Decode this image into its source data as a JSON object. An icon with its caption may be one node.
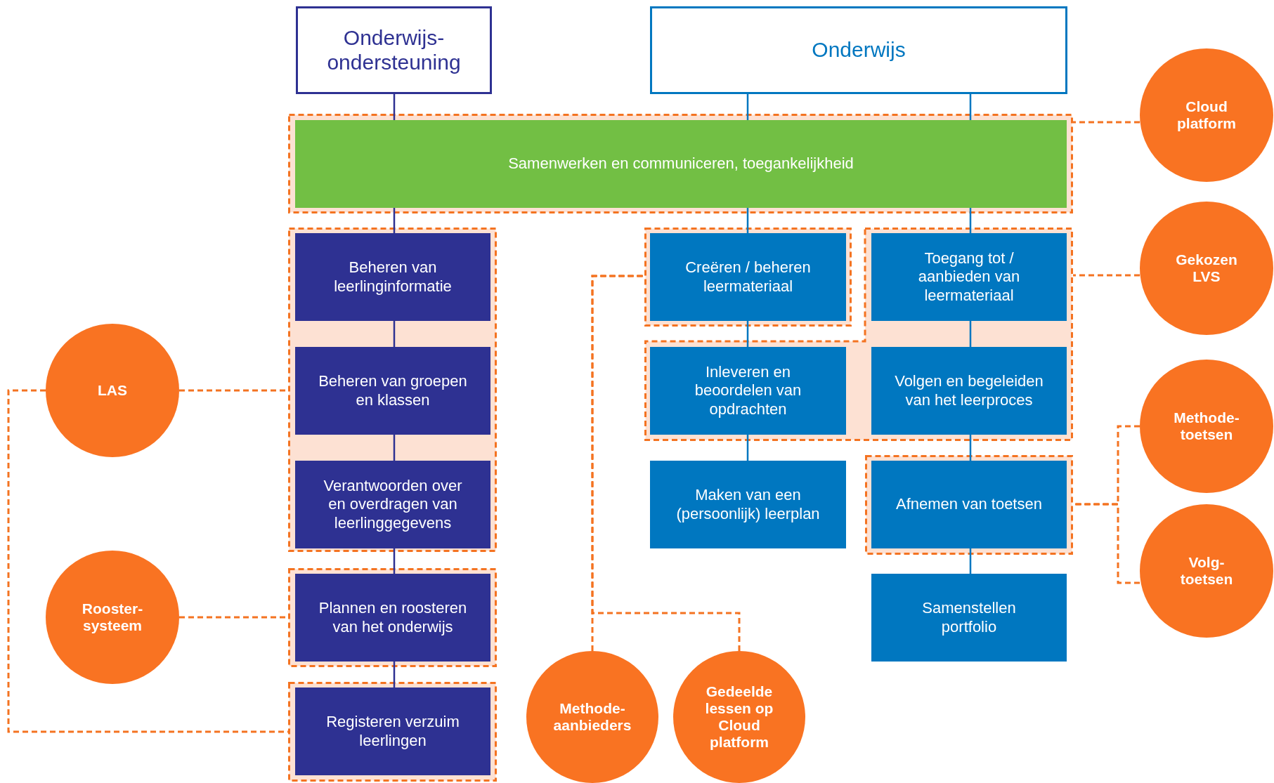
{
  "diagram": {
    "nodes": [
      {
        "text": [
          "Onderwijs- ondersteuning"
        ]
      },
      {
        "text": [
          "Onderwijs"
        ]
      },
      {
        "text": [
          "Cloud platform"
        ]
      },
      {
        "text": [],
        "shape": "box"
      },
      {
        "text": [
          "Samenwerken en communiceren, toegankelijkheid"
        ],
        "in": 3
      },
      {
        "text": [],
        "shape": "box"
      },
      {
        "text": [
          "Beheren van leerlinginformatie"
        ],
        "in": 5
      },
      {
        "text": [
          "Beheren van groepen en klassen"
        ],
        "in": 5
      },
      {
        "text": [
          "Verantwoorden over en overdragen van leerlinggegevens"
        ],
        "in": 5
      },
      {
        "text": [],
        "shape": "box"
      },
      {
        "text": [
          "Creëren / beheren leermateriaal"
        ],
        "in": 9
      },
      {
        "text": [],
        "shape": "box"
      },
      {
        "text": [
          "Toegang tot / aanbieden van leermateriaal"
        ],
        "in": 11
      },
      {
        "text": [
          "Gekozen LVS"
        ]
      },
      {
        "text": [
          "LAS"
        ]
      },
      {
        "text": [
          "Inleveren en beoordelen van opdrachten"
        ],
        "in": 11
      },
      {
        "text": [
          "Volgen en begeleiden van het leerproces"
        ],
        "in": 11
      },
      {
        "text": [
          "Methode- toetsen"
        ]
      },
      {
        "text": [
          "Maken van een (persoonlijk) leerplan"
        ]
      },
      {
        "text": [],
        "shape": "box"
      },
      {
        "text": [
          "Afnemen van toetsen"
        ],
        "in": 19
      },
      {
        "text": [
          "Volg- toetsen"
        ]
      },
      {
        "text": [
          "Rooster- systeem"
        ]
      },
      {
        "text": [],
        "shape": "box"
      },
      {
        "text": [
          "Plannen en roosteren van het onderwijs"
        ],
        "in": 23
      },
      {
        "text": [
          "Samenstellen portfolio"
        ]
      },
      {
        "text": [
          "Methode- aanbieders"
        ]
      },
      {
        "text": [
          "Gedeelde lessen op Cloud platform"
        ]
      },
      {
        "text": [],
        "shape": "box"
      },
      {
        "text": [
          "Registeren verzuim leerlingen"
        ],
        "in": 28
      }
    ],
    "edges": [
      {
        "from": 0,
        "to": 4,
        "arrow": "none",
        "color": "#2e3192"
      },
      {
        "from": 1,
        "to": 4,
        "arrow": "none"
      },
      {
        "from": 1,
        "to": 4,
        "arrow": "none"
      },
      {
        "from": 4,
        "to": 6,
        "arrow": "none",
        "color": "#2e3192"
      },
      {
        "from": 6,
        "to": 7,
        "arrow": "none",
        "color": "#2e3192"
      },
      {
        "from": 7,
        "to": 8,
        "arrow": "none",
        "color": "#2e3192"
      },
      {
        "from": 8,
        "to": 24,
        "arrow": "none",
        "color": "#2e3192"
      },
      {
        "from": 24,
        "to": 29,
        "arrow": "none",
        "color": "#2e3192"
      },
      {
        "from": 4,
        "to": 10,
        "arrow": "none"
      },
      {
        "from": 10,
        "to": 15,
        "arrow": "none"
      },
      {
        "from": 15,
        "to": 18,
        "arrow": "none"
      },
      {
        "from": 4,
        "to": 12,
        "arrow": "none"
      },
      {
        "from": 12,
        "to": 16,
        "arrow": "none"
      },
      {
        "from": 16,
        "to": 20,
        "arrow": "none"
      },
      {
        "from": 20,
        "to": 25,
        "arrow": "none"
      },
      {
        "from": 2,
        "to": 3,
        "arrow": "none",
        "style": "dashed",
        "color": "#f47321"
      },
      {
        "from": 13,
        "to": 11,
        "arrow": "none",
        "style": "dashed",
        "color": "#f47321"
      },
      {
        "from": 14,
        "to": 5,
        "arrow": "none",
        "style": "dashed",
        "color": "#f47321"
      },
      {
        "from": 14,
        "to": 28,
        "arrow": "none",
        "style": "dashed",
        "color": "#f47321"
      },
      {
        "from": 22,
        "to": 23,
        "arrow": "none",
        "style": "dashed",
        "color": "#f47321"
      },
      {
        "from": 17,
        "to": 19,
        "arrow": "none",
        "style": "dashed",
        "color": "#f47321"
      },
      {
        "from": 21,
        "to": 19,
        "arrow": "none",
        "style": "dashed",
        "color": "#f47321"
      },
      {
        "from": 26,
        "to": 9,
        "arrow": "none",
        "style": "dashed",
        "color": "#f47321"
      },
      {
        "from": 27,
        "to": 9,
        "arrow": "none",
        "style": "dashed",
        "color": "#f47321"
      }
    ]
  }
}
